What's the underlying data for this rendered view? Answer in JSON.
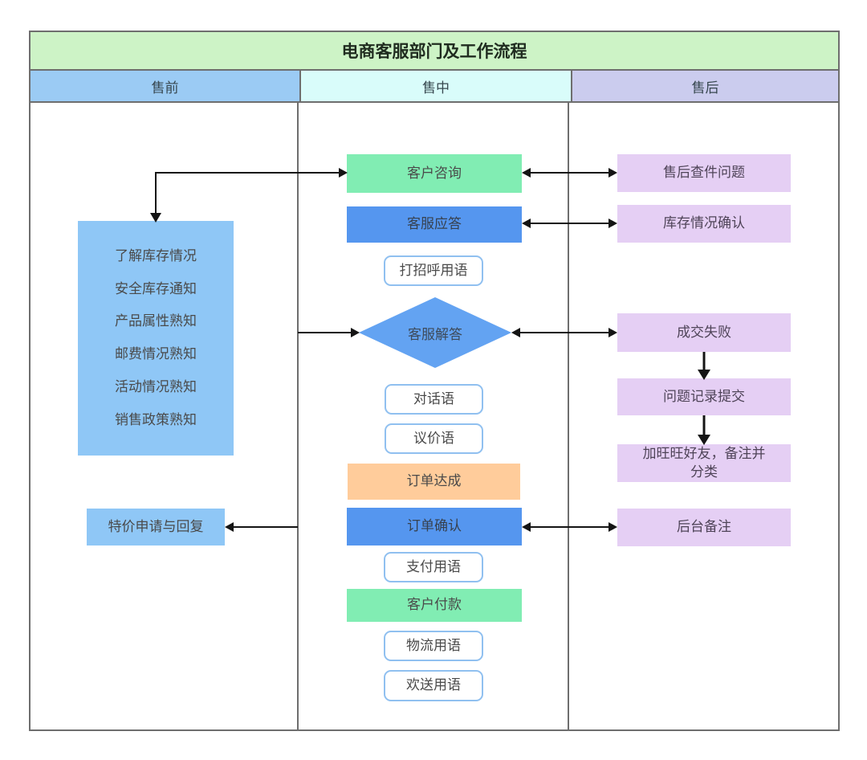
{
  "title": "电商客服部门及工作流程",
  "lanes": {
    "presale": "售前",
    "insale": "售中",
    "aftersale": "售后"
  },
  "nodes": {
    "presale_knowledge": {
      "lines": [
        "了解库存情况",
        "安全库存通知",
        "产品属性熟知",
        "邮费情况熟知",
        "活动情况熟知",
        "销售政策熟知"
      ]
    },
    "special_price": "特价申请与回复",
    "customer_inquiry": "客户咨询",
    "service_response": "客服应答",
    "greeting_phrases": "打招呼用语",
    "service_answer": "客服解答",
    "dialogue_phrases": "对话语",
    "bargain_phrases": "议价语",
    "order_reached": "订单达成",
    "order_confirm": "订单确认",
    "payment_phrases": "支付用语",
    "customer_payment": "客户付款",
    "logistics_phrases": "物流用语",
    "farewell_phrases": "欢送用语",
    "aftersale_parcel_issue": "售后查件问题",
    "stock_confirmation": "库存情况确认",
    "deal_failed": "成交失败",
    "problem_record_submit": "问题记录提交",
    "add_wangwang_friend": "加旺旺好友，备注并分类",
    "backend_note": "后台备注"
  },
  "colors": {
    "title_bg": "#cdf3c6",
    "presale_header_bg": "#9bcbf4",
    "insale_header_bg": "#d9fcfa",
    "aftersale_header_bg": "#cbccee",
    "mint_box": "#81edb3",
    "blue_box": "#5596ef",
    "diamond": "#63a3f2",
    "light_blue_box": "#8fc7f6",
    "orange_box": "#ffcc9b",
    "lavender_box": "#e5cff4",
    "white_box_border": "#90c0f0",
    "frame_border": "#6e6e6e",
    "arrow": "#141414"
  }
}
